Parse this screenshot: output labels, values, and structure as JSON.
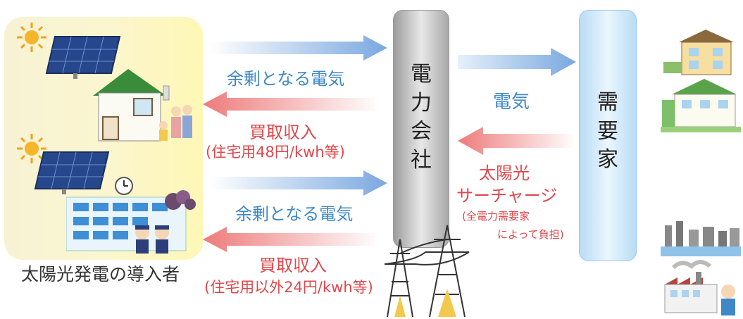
{
  "producers": {
    "caption": "太陽光発電の導入者"
  },
  "utility": {
    "chars": [
      "電",
      "力",
      "会",
      "社"
    ]
  },
  "consumer": {
    "chars": [
      "需",
      "要",
      "家"
    ]
  },
  "flows": {
    "top_surplus": "余剰となる電気",
    "top_purchase": "買取収入",
    "top_purchase_note": "(住宅用48円/kwh等)",
    "bottom_surplus": "余剰となる電気",
    "bottom_purchase": "買取収入",
    "bottom_purchase_note": "(住宅用以外24円/kwh等)",
    "electricity": "電気",
    "surcharge_line1": "太陽光",
    "surcharge_line2": "サーチャージ",
    "surcharge_note1": "(全電力需要家",
    "surcharge_note2": "によって負担)"
  },
  "colors": {
    "blue_text": "#3f88c8",
    "red_text": "#e0464a",
    "blue_arrow": "#7aa8e0",
    "red_arrow": "#ee7b7b"
  }
}
